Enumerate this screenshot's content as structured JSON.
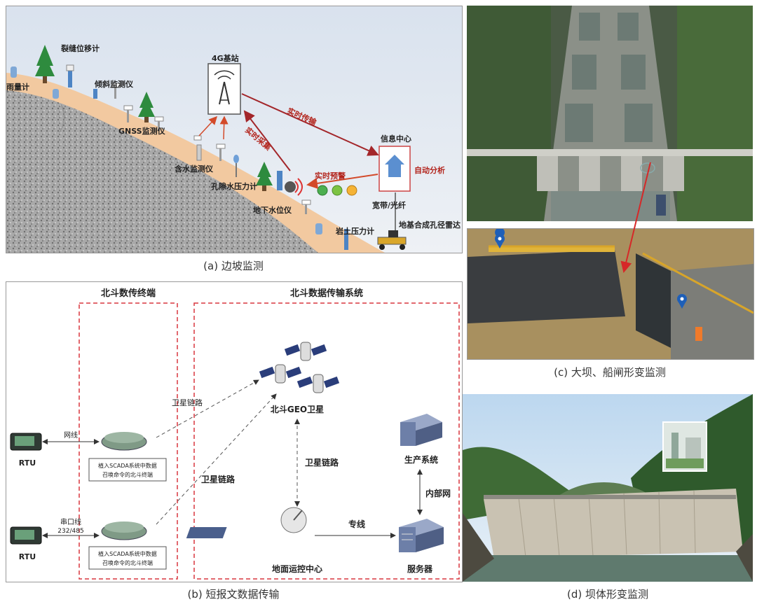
{
  "panel_a": {
    "caption": "(a) 边坡监测",
    "labels": {
      "rain_gauge": "雨量计",
      "crack_meter": "裂缝位移计",
      "inclinometer": "倾斜监测仪",
      "gnss": "GNSS监测仪",
      "base_station": "4G基站",
      "realtime_transmission": "实时传输",
      "realtime_collection": "实时采集",
      "moisture_meter": "含水监测仪",
      "pore_pressure": "孔隙水压力计",
      "groundwater": "地下水位仪",
      "realtime_warning": "实时预警",
      "info_center": "信息中心",
      "auto_analysis": "自动分析",
      "broadband": "宽带/光纤",
      "earth_pressure": "岩土压力计",
      "radar": "地基合成孔径雷达"
    }
  },
  "panel_b": {
    "caption": "(b) 短报文数据传输",
    "terminal_title": "北斗数传终端",
    "system_title": "北斗数据传输系统",
    "rtu_label": "RTU",
    "link_top": "网线",
    "link_bottom_1": "串口线",
    "link_bottom_2": "232/485",
    "terminal_desc_1": "植入SCADA系统中数据",
    "terminal_desc_2": "召唤命令的北斗终端",
    "satellite_link": "卫星链路",
    "satellite": "北斗GEO卫星",
    "production_system": "生产系统",
    "intranet": "内部网",
    "dedicated_line": "专线",
    "ground_center": "地面运控中心",
    "server": "服务器"
  },
  "panel_c": {
    "caption": "(c) 大坝、船闸形变监测"
  },
  "panel_d": {
    "caption": "(d) 坝体形变监测"
  }
}
